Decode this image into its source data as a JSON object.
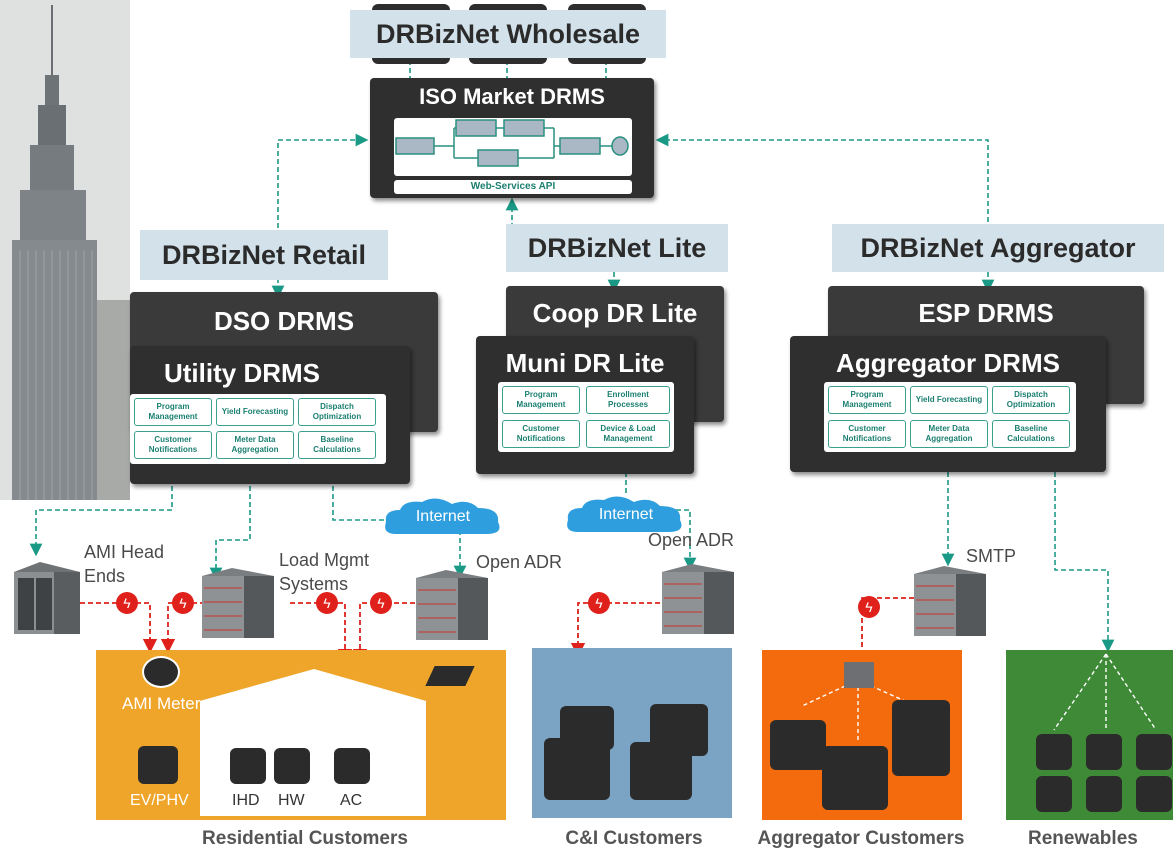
{
  "labels": {
    "wholesale": "DRBizNet Wholesale",
    "retail": "DRBizNet Retail",
    "lite": "DRBizNet Lite",
    "aggregator": "DRBizNet Aggregator"
  },
  "iso": {
    "title": "ISO Market DRMS",
    "api": "Web-Services API"
  },
  "retail": {
    "back_title": "DSO DRMS",
    "front_title": "Utility DRMS",
    "modules": [
      "Program Management",
      "Yield Forecasting",
      "Dispatch Optimization",
      "Customer Notifications",
      "Meter Data Aggregation",
      "Baseline Calculations"
    ]
  },
  "lite": {
    "back_title": "Coop DR Lite",
    "front_title": "Muni DR Lite",
    "modules": [
      "Program Management",
      "Enrollment Processes",
      "Customer Notifications",
      "Device & Load Management"
    ]
  },
  "aggregator": {
    "back_title": "ESP DRMS",
    "front_title": "Aggregator DRMS",
    "modules": [
      "Program Management",
      "Yield Forecasting",
      "Dispatch Optimization",
      "Customer Notifications",
      "Meter Data Aggregation",
      "Baseline Calculations"
    ]
  },
  "network": {
    "ami_head_ends": "AMI Head\nEnds",
    "load_mgmt": "Load Mgmt\nSystems",
    "internet_1": "Internet",
    "internet_2": "Internet",
    "open_adr_1": "Open ADR",
    "open_adr_2": "Open ADR",
    "smtp": "SMTP"
  },
  "residential": {
    "ami_meter": "AMI Meter",
    "ev": "EV/PHV",
    "ihd": "IHD",
    "hw": "HW",
    "ac": "AC"
  },
  "segments": {
    "residential": "Residential  Customers",
    "ci": "C&I Customers",
    "aggregator": "Aggregator  Customers",
    "renewables": "Renewables"
  },
  "colors": {
    "residential": "#eea52a",
    "ci": "#7ba3c4",
    "aggregator": "#f36b0c",
    "renewables": "#3f8a37",
    "label_box": "#d3e2ea",
    "teal_link": "#1a9a86",
    "red_link": "#e0211b"
  }
}
